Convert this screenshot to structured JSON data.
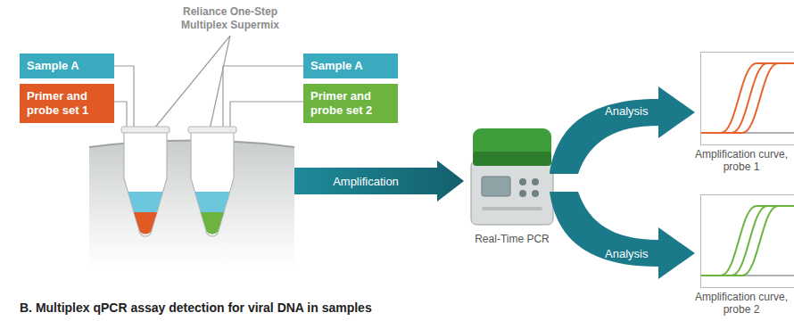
{
  "diagram": {
    "nodes": [
      {
        "text": [
          "Sample A"
        ]
      },
      {
        "text": [
          "Primer and probe set 1"
        ]
      },
      {
        "text": [
          "Sample A"
        ]
      },
      {
        "text": [
          "Primer and probe set 2"
        ]
      },
      {
        "text": [
          "Amplification"
        ]
      },
      {
        "text": [
          "Real-Time PCR"
        ]
      },
      {
        "text": [
          "Analysis"
        ]
      },
      {
        "text": [
          "Analysis"
        ]
      },
      {
        "text": [
          "Amplification curve, probe 1"
        ]
      },
      {
        "text": [
          "Amplification curve, probe 2"
        ]
      }
    ],
    "labels": [
      "Reliance One-Step Multiplex Supermix",
      "B. Multiplex qPCR assay detection for viral DNA in samples"
    ]
  }
}
